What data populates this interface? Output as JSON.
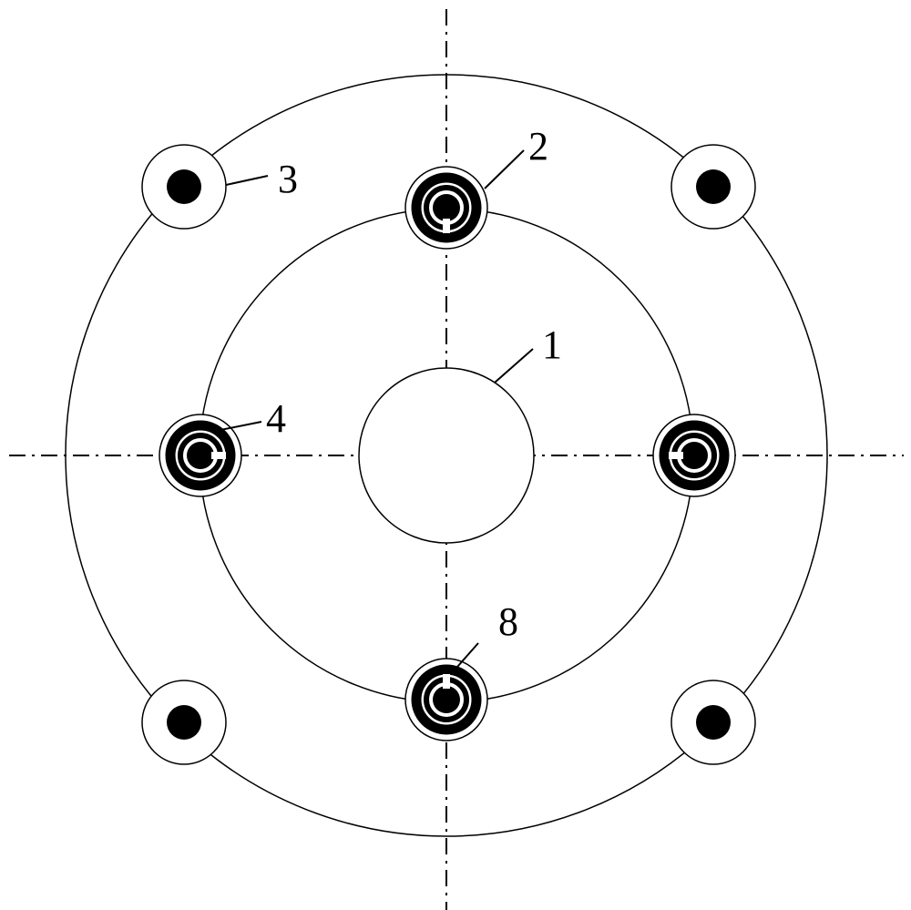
{
  "labels": {
    "center_hole": "1",
    "top_split_ring": "2",
    "outer_hole": "3",
    "left_split_ring": "4",
    "bottom_split_ring": "8"
  }
}
